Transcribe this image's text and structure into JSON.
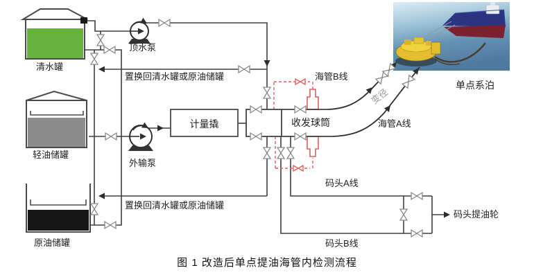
{
  "caption": "图 1  改造后单点提油海管内检测流程",
  "tanks": {
    "clean_water": {
      "label": "清水罐",
      "fill": "#67b23d"
    },
    "light_oil": {
      "label": "轻油储罐",
      "fill": "#8c8c8c"
    },
    "crude_oil": {
      "label": "原油储罐",
      "fill": "#161616"
    }
  },
  "pumps": {
    "top_water": {
      "label": "顶水泵"
    },
    "export": {
      "label": "外输泵"
    }
  },
  "equipment": {
    "metering_skid": {
      "label": "计量撬"
    },
    "pig_launcher": {
      "label": "收发球筒"
    }
  },
  "annotations": {
    "return_line_1": "置换回清水罐或原油储罐",
    "return_line_2": "置换回清水罐或原油储罐",
    "sea_line_b": "海管B线",
    "sea_line_a": "海管A线",
    "reducer": "变径",
    "single_point_mooring": "单点系泊",
    "dock_line_a": "码头A线",
    "dock_line_b": "码头B线",
    "dock_tanker": "码头提油轮"
  },
  "colors": {
    "pipe": "#3f3f3f",
    "modification_red": "#e05c5c",
    "valve_gray": "#8a8a8a",
    "buoy_yellow": "#e6c433",
    "sea_blue": "#6593b5"
  }
}
